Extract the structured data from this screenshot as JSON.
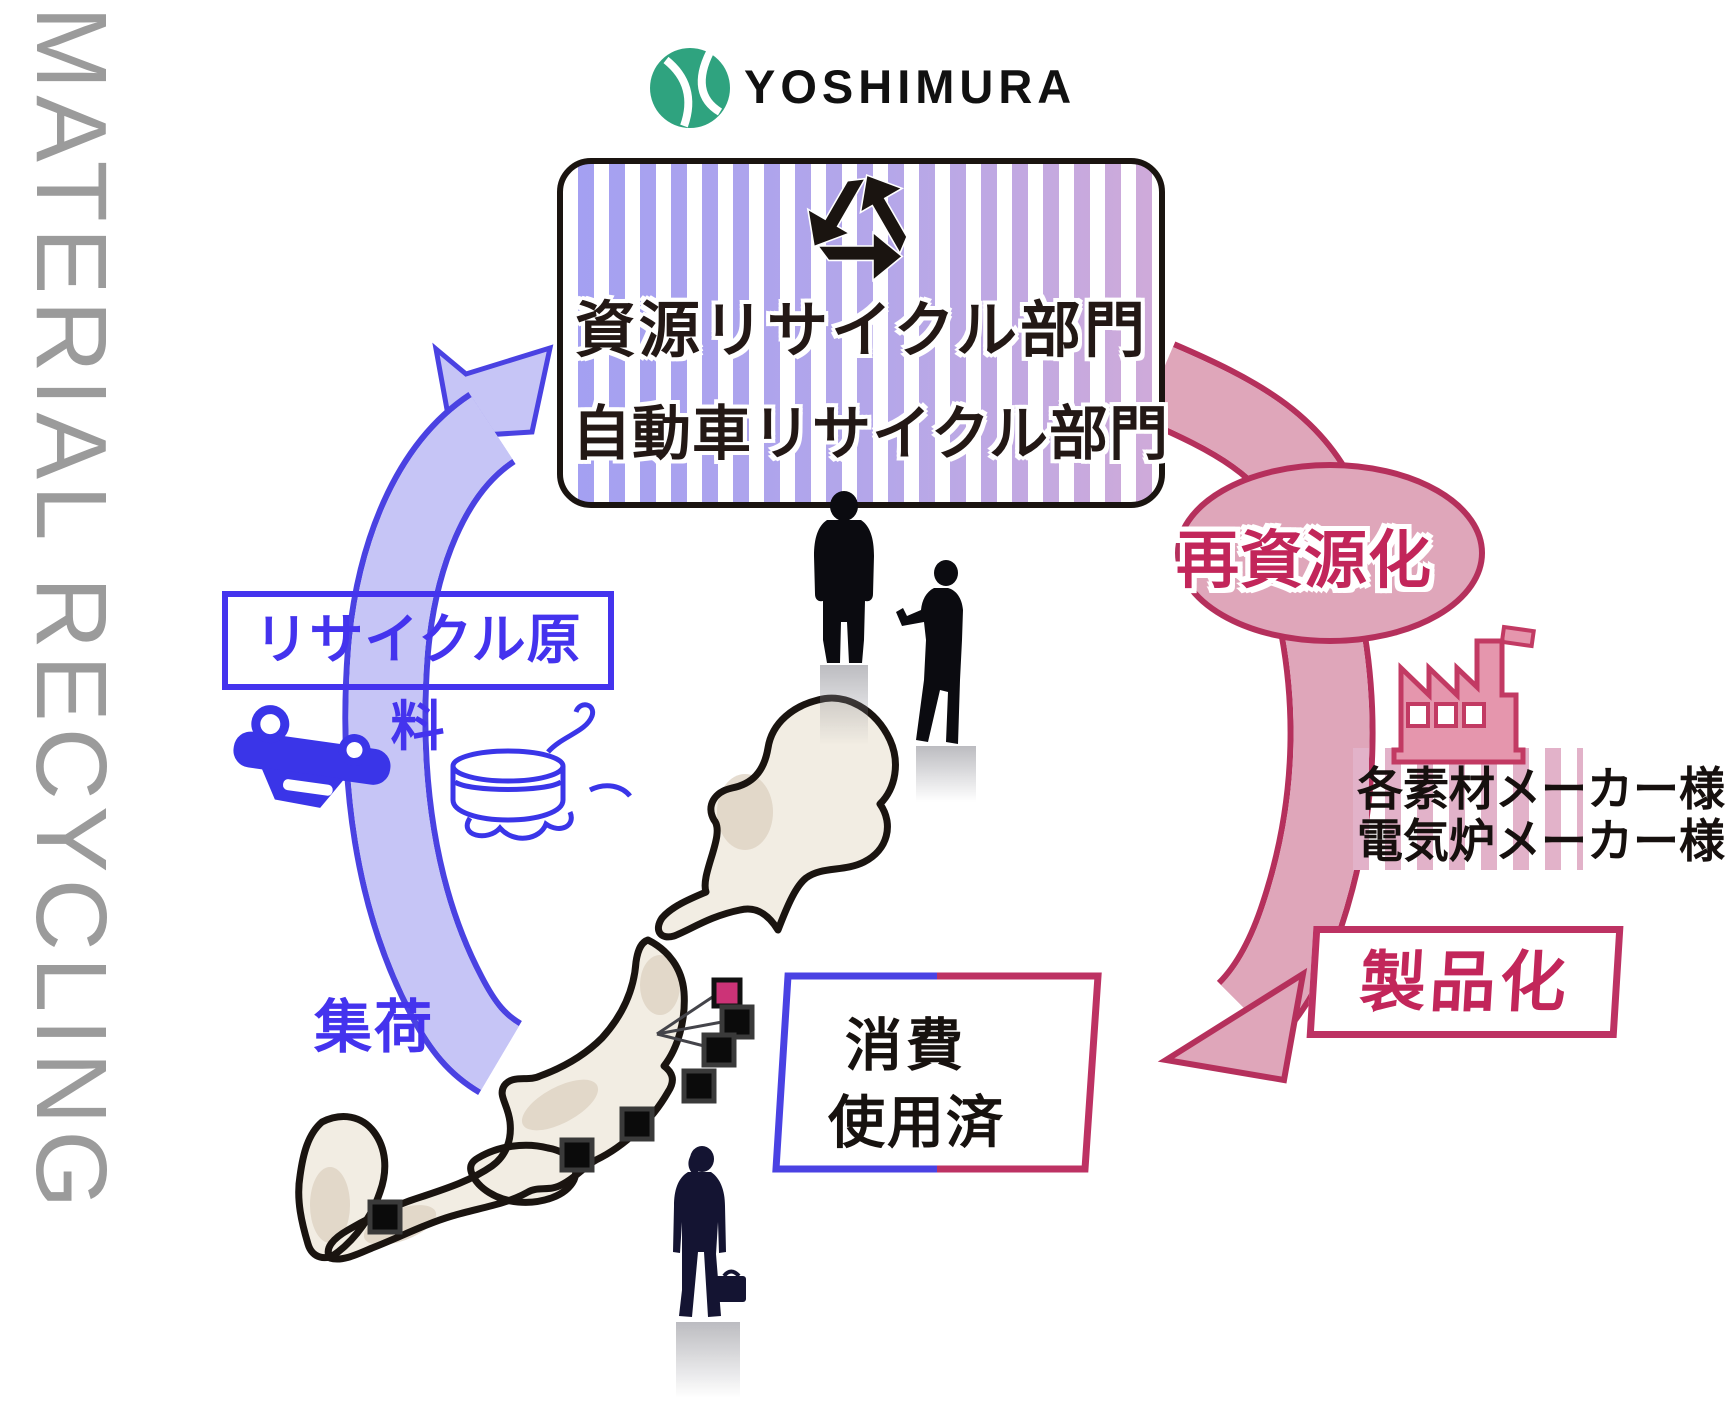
{
  "watermark": {
    "text": "MATERIAL RECYCLING"
  },
  "header": {
    "brand": "YOSHIMURA"
  },
  "recycle_box": {
    "division_line1": "資源リサイクル部門",
    "division_line2": "自動車リサイクル部門"
  },
  "collection_flow": {
    "material_label": "リサイクル原料",
    "stage_label": "集荷"
  },
  "output_flow": {
    "bubble_label": "再資源化",
    "maker_line1": "各素材メーカー様",
    "maker_line2": "電気炉メーカー様",
    "product_label": "製品化"
  },
  "consumption_box": {
    "line1": "消費",
    "line2": "使用済"
  },
  "map": {
    "black_site_count": 6,
    "highlight_site_count": 1
  },
  "icons": {
    "logo_icon": "yoshimura-leaf-icon",
    "box_icon": "recycling-icon",
    "left_icons": [
      "scrap-car-icon",
      "scrap-drum-icon"
    ],
    "right_icon": "factory-icon",
    "map_icon": "japan-map",
    "silhouettes": [
      "worker-silhouette",
      "presenter-silhouette",
      "businessman-silhouette"
    ]
  },
  "colors": {
    "watermark_gray": "#9b9b9b",
    "brand_green": "#2fa37f",
    "blue_accent": "#4433ee",
    "blue_band_fill": "#c6c5f6",
    "blue_band_edge": "#4a42e2",
    "pink_band_fill": "#dfa6ba",
    "pink_band_edge": "#b5305c",
    "pink_accent": "#bd3263",
    "pink_text": "#c2265a",
    "stripe_blue": "#a3a0f2",
    "stripe_purple": "#cfaad9",
    "stripe_pink": "#e2b2c9",
    "map_fill": "#f2ede3",
    "map_outline": "#1a1410",
    "marker_black": "#0b0b0b",
    "marker_pink": "#cc3377",
    "silhouette_navy": "#141432"
  }
}
